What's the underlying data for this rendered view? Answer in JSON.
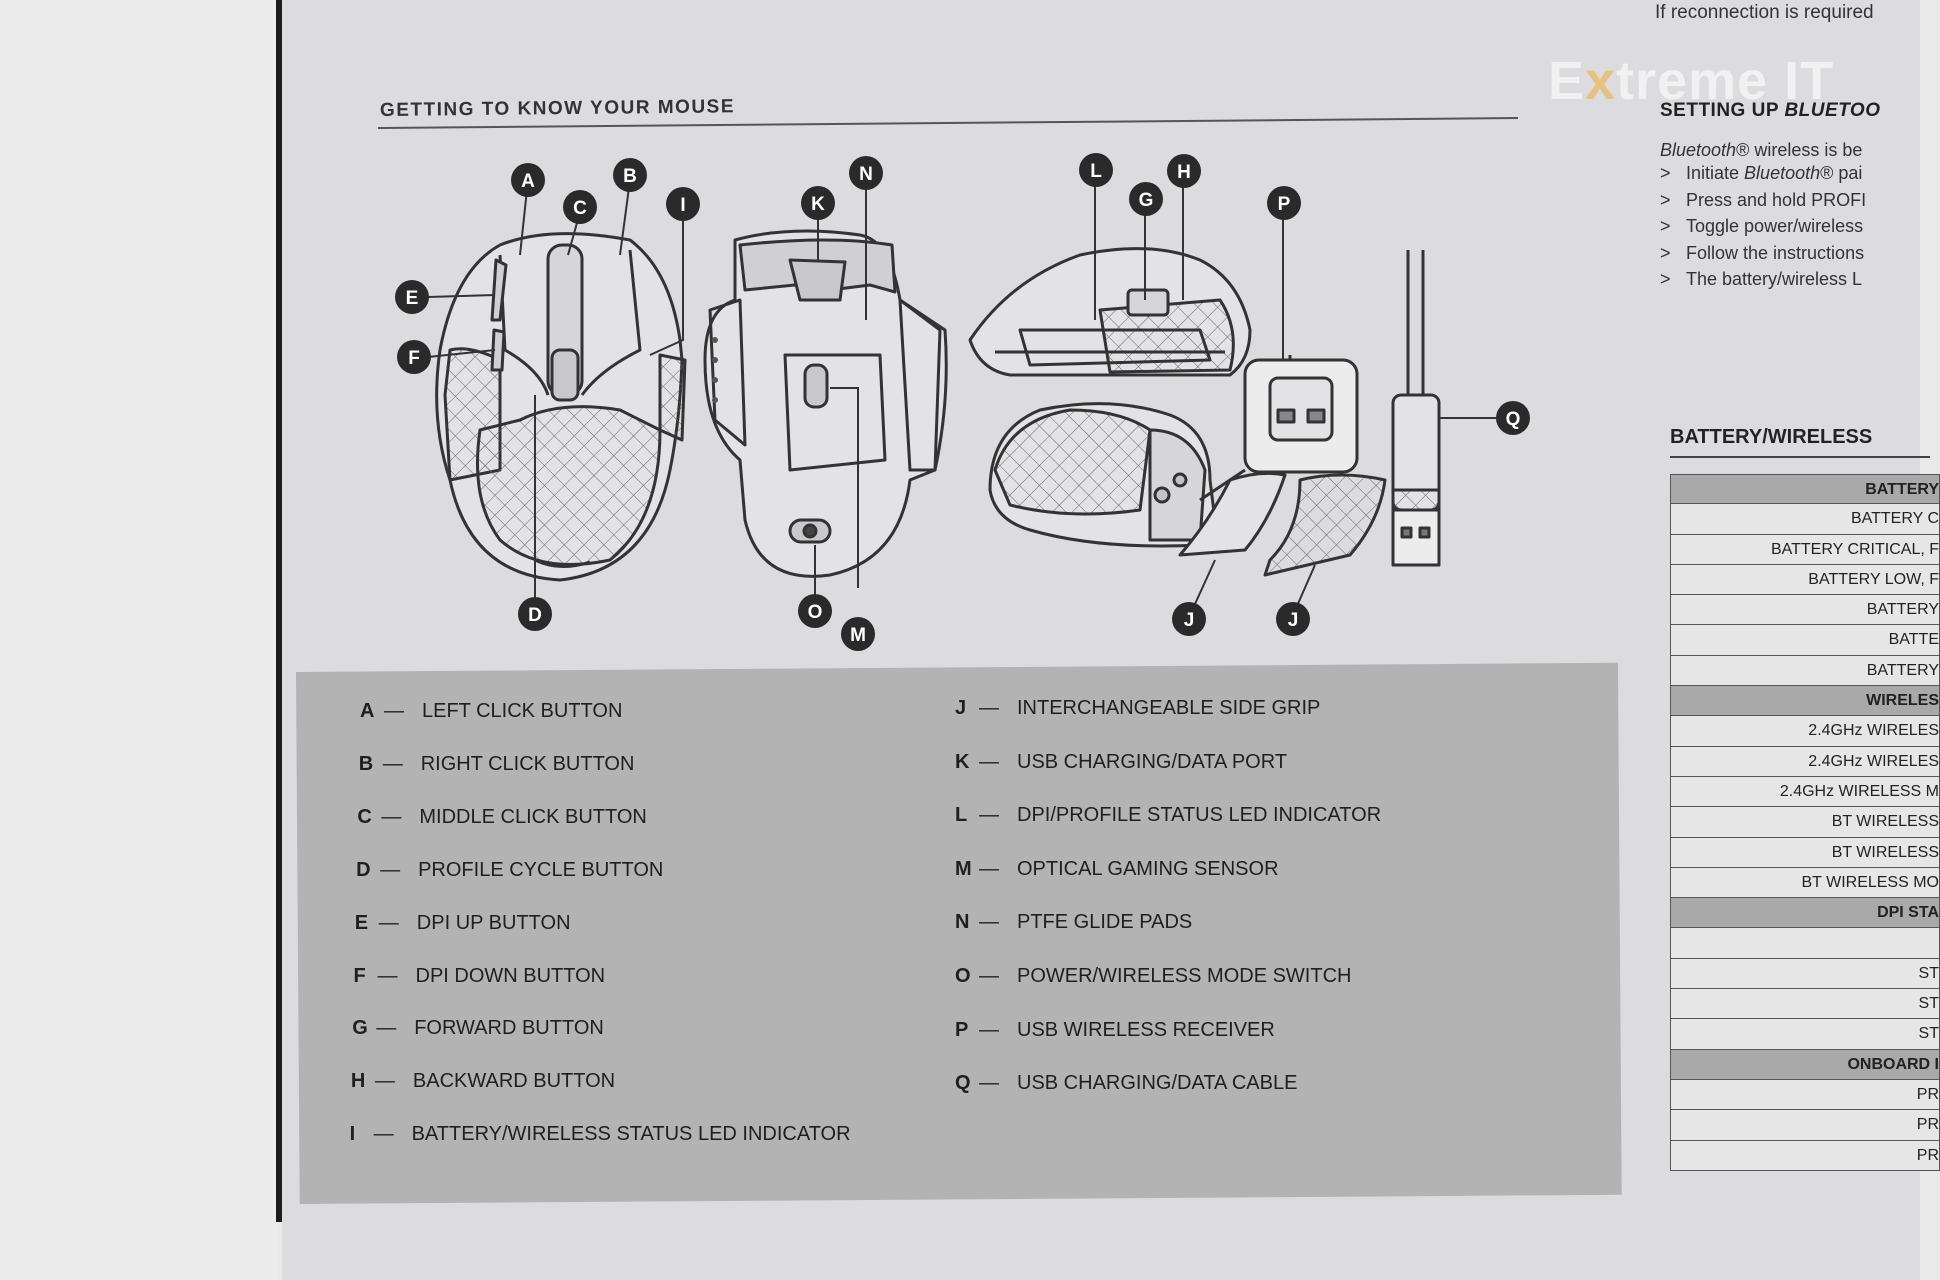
{
  "top_note": "If reconnection is required",
  "watermark": {
    "prefix": "E",
    "mark": "x",
    "rest": "treme IT"
  },
  "section_title": "GETTING TO KNOW YOUR MOUSE",
  "callouts": {
    "A": "A",
    "B": "B",
    "C": "C",
    "D": "D",
    "E": "E",
    "F": "F",
    "G": "G",
    "H": "H",
    "I": "I",
    "J1": "J",
    "J2": "J",
    "K": "K",
    "L": "L",
    "M": "M",
    "N": "N",
    "O": "O",
    "P": "P",
    "Q": "Q"
  },
  "legend_left": [
    {
      "letter": "A",
      "text": "LEFT CLICK BUTTON"
    },
    {
      "letter": "B",
      "text": "RIGHT CLICK BUTTON"
    },
    {
      "letter": "C",
      "text": "MIDDLE CLICK BUTTON"
    },
    {
      "letter": "D",
      "text": "PROFILE CYCLE BUTTON"
    },
    {
      "letter": "E",
      "text": "DPI UP BUTTON"
    },
    {
      "letter": "F",
      "text": "DPI DOWN BUTTON"
    },
    {
      "letter": "G",
      "text": "FORWARD BUTTON"
    },
    {
      "letter": "H",
      "text": "BACKWARD BUTTON"
    },
    {
      "letter": "I",
      "text": "BATTERY/WIRELESS STATUS LED INDICATOR"
    }
  ],
  "legend_right": [
    {
      "letter": "J",
      "text": "INTERCHANGEABLE SIDE GRIP"
    },
    {
      "letter": "K",
      "text": "USB CHARGING/DATA PORT"
    },
    {
      "letter": "L",
      "text": "DPI/PROFILE STATUS LED INDICATOR"
    },
    {
      "letter": "M",
      "text": "OPTICAL GAMING SENSOR"
    },
    {
      "letter": "N",
      "text": "PTFE GLIDE PADS"
    },
    {
      "letter": "O",
      "text": "POWER/WIRELESS MODE SWITCH"
    },
    {
      "letter": "P",
      "text": "USB WIRELESS RECEIVER"
    },
    {
      "letter": "Q",
      "text": "USB CHARGING/DATA CABLE"
    }
  ],
  "dash": "—",
  "bluetooth": {
    "title_plain": "SETTING UP ",
    "title_italic": "BLUETOO",
    "intro_italic": "Bluetooth",
    "intro_rest": "® wireless is be",
    "chevron": ">",
    "steps": [
      {
        "plain": "Initiate ",
        "italic": "Bluetooth",
        "rest": "® pai"
      },
      {
        "plain": "Press and hold PROFI",
        "italic": "",
        "rest": ""
      },
      {
        "plain": "Toggle power/wireless",
        "italic": "",
        "rest": ""
      },
      {
        "plain": "Follow the instructions",
        "italic": "",
        "rest": ""
      },
      {
        "plain": "The battery/wireless L",
        "italic": "",
        "rest": ""
      }
    ]
  },
  "battery_title": "BATTERY/WIRELESS",
  "battery_table": [
    {
      "text": "BATTERY",
      "header": true
    },
    {
      "text": "BATTERY C",
      "header": false
    },
    {
      "text": "BATTERY CRITICAL, F",
      "header": false
    },
    {
      "text": "BATTERY LOW, F",
      "header": false
    },
    {
      "text": "BATTERY",
      "header": false
    },
    {
      "text": "BATTE",
      "header": false
    },
    {
      "text": "BATTERY",
      "header": false
    },
    {
      "text": "WIRELES",
      "header": true
    },
    {
      "text": "2.4GHz WIRELES",
      "header": false
    },
    {
      "text": "2.4GHz WIRELES",
      "header": false
    },
    {
      "text": "2.4GHz WIRELESS M",
      "header": false
    },
    {
      "text": "BT WIRELESS",
      "header": false
    },
    {
      "text": "BT WIRELESS",
      "header": false
    },
    {
      "text": "BT WIRELESS MO",
      "header": false
    },
    {
      "text": "DPI STA",
      "header": true
    },
    {
      "text": "",
      "header": false
    },
    {
      "text": "ST",
      "header": false
    },
    {
      "text": "ST",
      "header": false
    },
    {
      "text": "ST",
      "header": false
    },
    {
      "text": "ONBOARD I",
      "header": true
    },
    {
      "text": "PR",
      "header": false
    },
    {
      "text": "PR",
      "header": false
    },
    {
      "text": "PR",
      "header": false
    }
  ]
}
